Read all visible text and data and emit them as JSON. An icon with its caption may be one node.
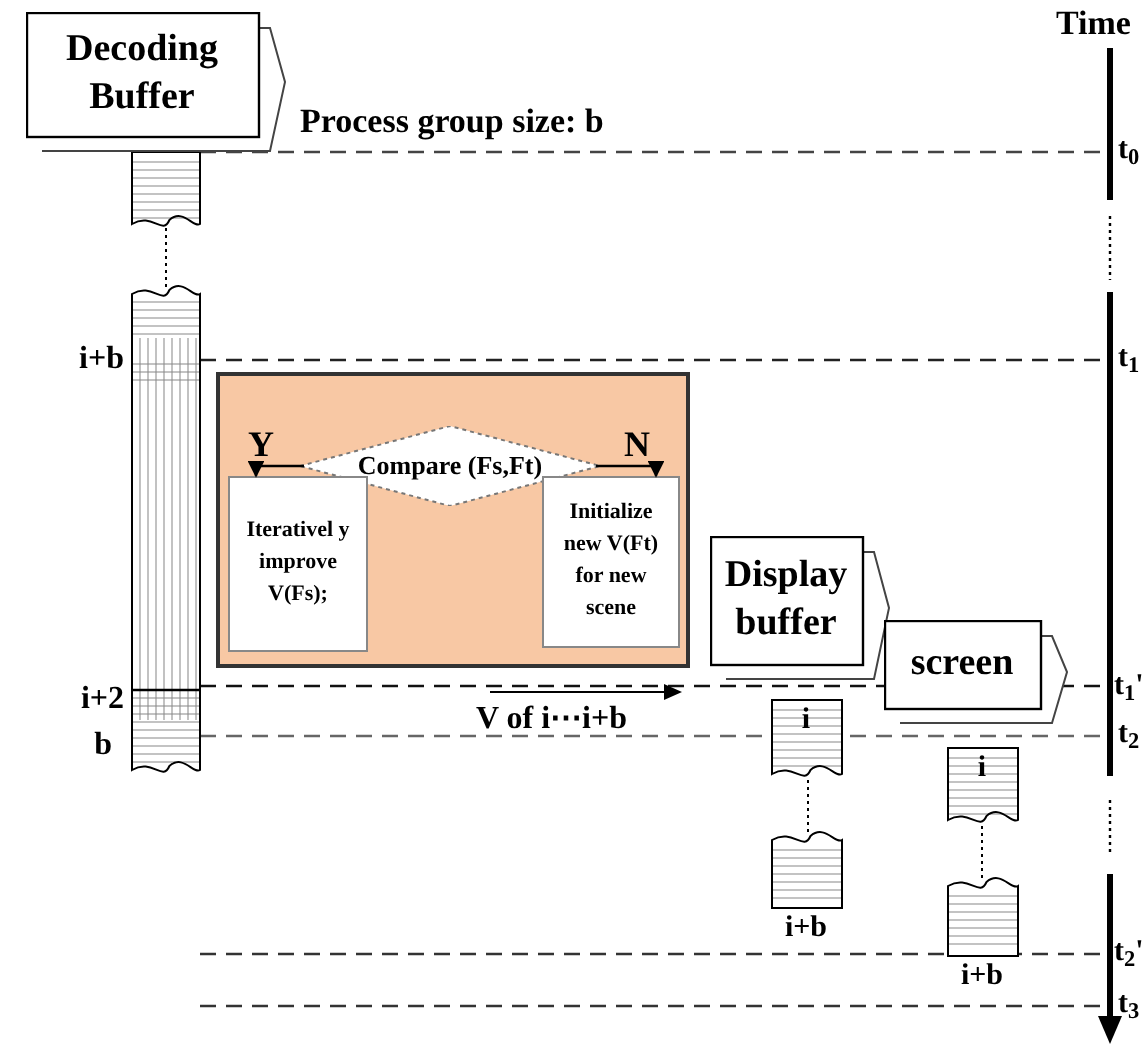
{
  "diagram": {
    "nodes": [
      {
        "text": [
          "Decoding Buffer"
        ]
      },
      {
        "text": [],
        "shape": "box"
      },
      {
        "text": [
          "Compare (Fs,Ft)"
        ],
        "in": 1
      },
      {
        "text": [
          "Iterativel y improve V(Fs);"
        ],
        "in": 1
      },
      {
        "text": [
          "Initialize new V(Ft) for new scene"
        ],
        "in": 1
      },
      {
        "text": [
          "Display buffer"
        ]
      },
      {
        "text": [
          "screen"
        ]
      }
    ],
    "edges": [
      {
        "from": 2,
        "to": 3,
        "arrow": "to",
        "label": "Y"
      },
      {
        "from": 2,
        "to": 4,
        "arrow": "to",
        "label": "N"
      }
    ],
    "labels": [
      "Time",
      "Process group size: b",
      "t$_{0}$",
      "i+b",
      "t$_{1}$",
      "i+2",
      "t$_{1}$'",
      "V of i⋯i+b",
      "b",
      "t$_{2}$",
      "i",
      "i",
      "i+b",
      "i+b",
      "t$_{2}$'",
      "t$_{3}$"
    ]
  }
}
